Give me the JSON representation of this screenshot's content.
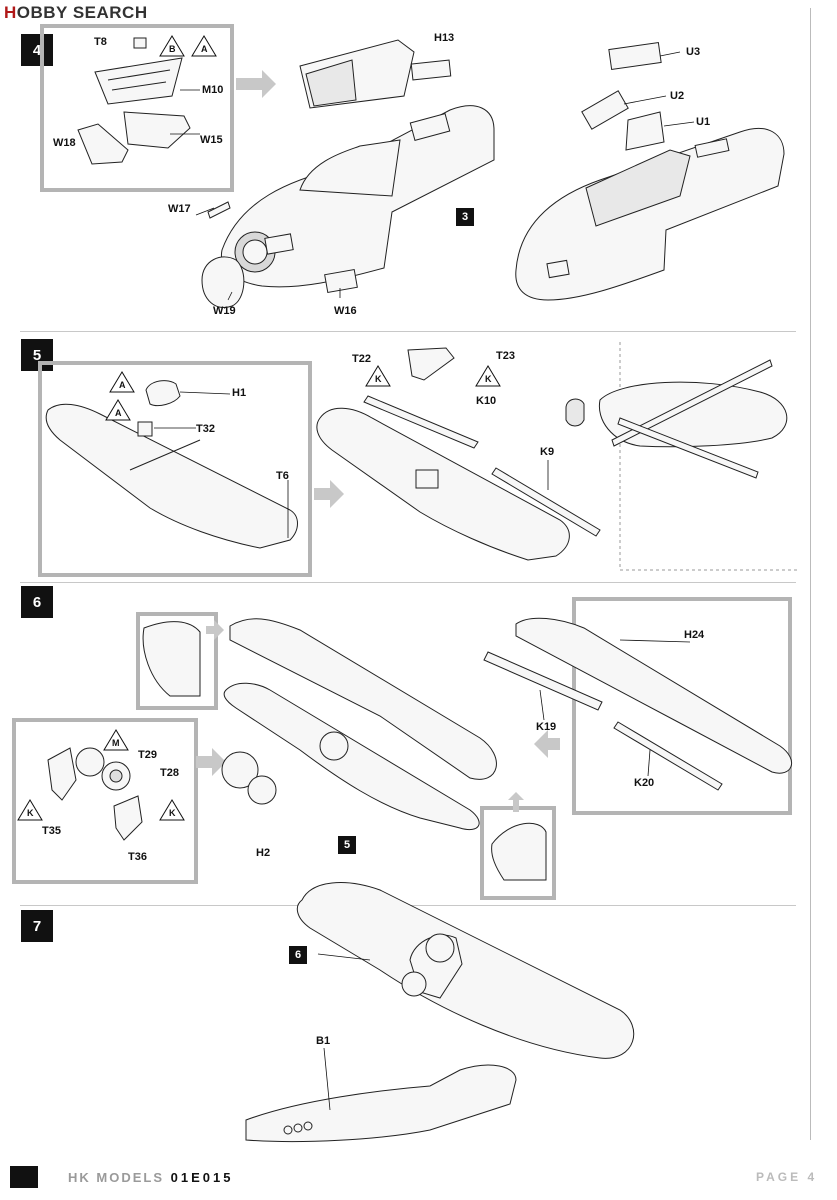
{
  "watermark": {
    "h": "H",
    "rest": "OBBY SEARCH"
  },
  "steps": [
    {
      "num": "4"
    },
    {
      "num": "5"
    },
    {
      "num": "6"
    },
    {
      "num": "7"
    }
  ],
  "refs": {
    "r3": "3",
    "r5": "5",
    "r6": "6"
  },
  "labels": {
    "T8": "T8",
    "M10": "M10",
    "W18": "W18",
    "W15": "W15",
    "H13": "H13",
    "U3": "U3",
    "U2": "U2",
    "U1": "U1",
    "W17": "W17",
    "W19": "W19",
    "W16": "W16",
    "H1": "H1",
    "T32": "T32",
    "T6": "T6",
    "T22": "T22",
    "T23": "T23",
    "K10": "K10",
    "K9": "K9",
    "H24": "H24",
    "K19": "K19",
    "K20": "K20",
    "T29": "T29",
    "T28": "T28",
    "T35": "T35",
    "T36": "T36",
    "H2": "H2",
    "B1": "B1"
  },
  "markers": {
    "A": "A",
    "B": "B",
    "K": "K",
    "M": "M"
  },
  "footer": {
    "brand": "HK MODELS",
    "code": "01E015",
    "page": "PAGE 4"
  }
}
